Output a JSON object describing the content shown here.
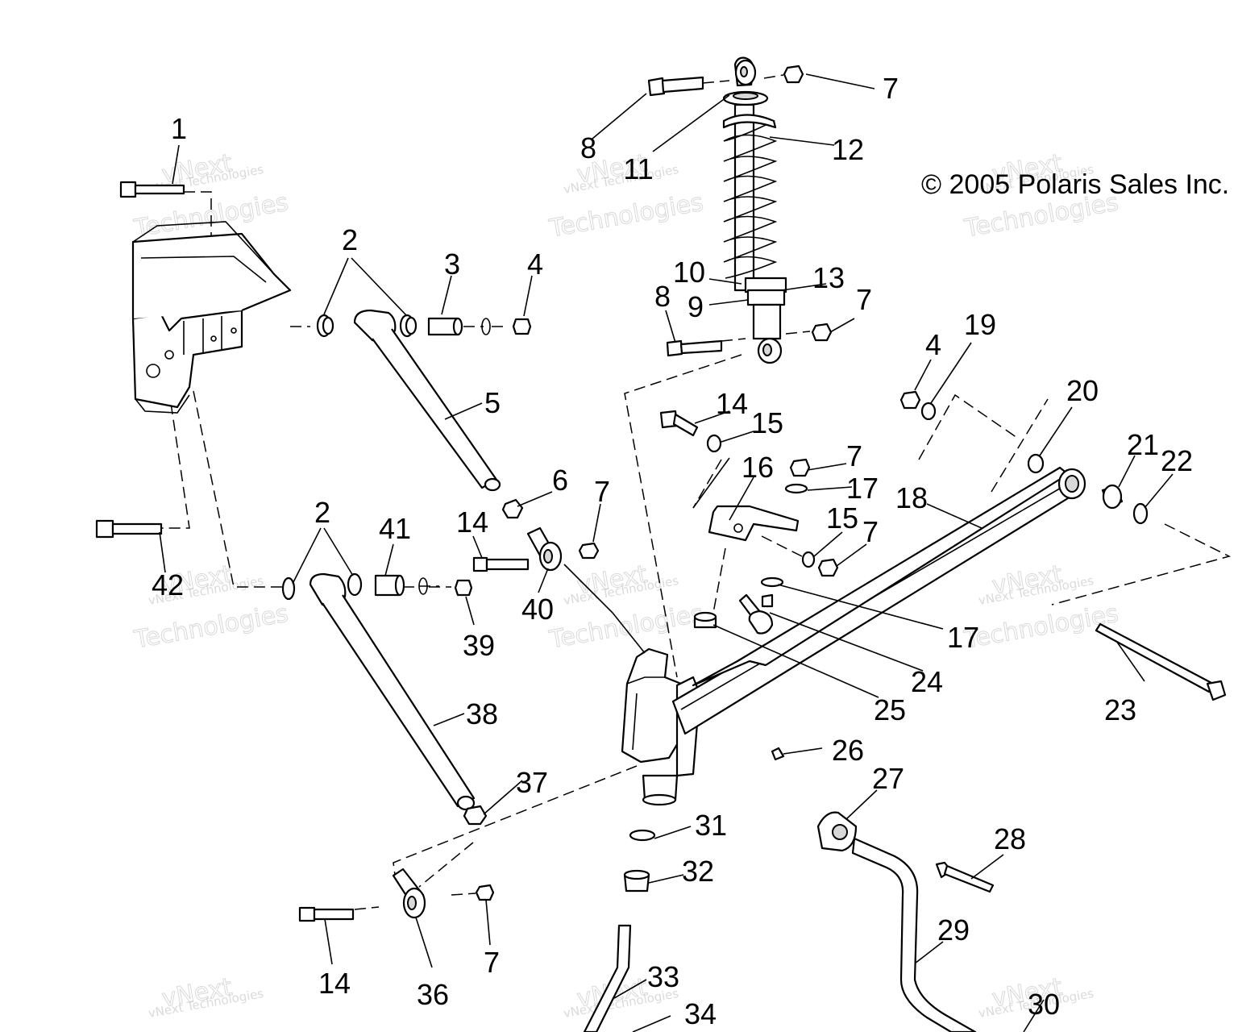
{
  "copyright": "© 2005 Polaris Sales Inc.",
  "watermark": {
    "line1": "vNext",
    "line2": "vNext Technologies",
    "line3": "Technologies"
  },
  "callouts": [
    {
      "id": "c1",
      "text": "1"
    },
    {
      "id": "c2a",
      "text": "2"
    },
    {
      "id": "c2b",
      "text": "2"
    },
    {
      "id": "c3",
      "text": "3"
    },
    {
      "id": "c4a",
      "text": "4"
    },
    {
      "id": "c4b",
      "text": "4"
    },
    {
      "id": "c5",
      "text": "5"
    },
    {
      "id": "c6",
      "text": "6"
    },
    {
      "id": "c7a",
      "text": "7"
    },
    {
      "id": "c7b",
      "text": "7"
    },
    {
      "id": "c7c",
      "text": "7"
    },
    {
      "id": "c7d",
      "text": "7"
    },
    {
      "id": "c7e",
      "text": "7"
    },
    {
      "id": "c7f",
      "text": "7"
    },
    {
      "id": "c8a",
      "text": "8"
    },
    {
      "id": "c8b",
      "text": "8"
    },
    {
      "id": "c9",
      "text": "9"
    },
    {
      "id": "c10",
      "text": "10"
    },
    {
      "id": "c11",
      "text": "11"
    },
    {
      "id": "c12",
      "text": "12"
    },
    {
      "id": "c13",
      "text": "13"
    },
    {
      "id": "c14a",
      "text": "14"
    },
    {
      "id": "c14b",
      "text": "14"
    },
    {
      "id": "c14c",
      "text": "14"
    },
    {
      "id": "c15a",
      "text": "15"
    },
    {
      "id": "c15b",
      "text": "15"
    },
    {
      "id": "c16",
      "text": "16"
    },
    {
      "id": "c17a",
      "text": "17"
    },
    {
      "id": "c17b",
      "text": "17"
    },
    {
      "id": "c18",
      "text": "18"
    },
    {
      "id": "c19",
      "text": "19"
    },
    {
      "id": "c20",
      "text": "20"
    },
    {
      "id": "c21",
      "text": "21"
    },
    {
      "id": "c22",
      "text": "22"
    },
    {
      "id": "c23",
      "text": "23"
    },
    {
      "id": "c24",
      "text": "24"
    },
    {
      "id": "c25",
      "text": "25"
    },
    {
      "id": "c26",
      "text": "26"
    },
    {
      "id": "c27",
      "text": "27"
    },
    {
      "id": "c28",
      "text": "28"
    },
    {
      "id": "c29",
      "text": "29"
    },
    {
      "id": "c30",
      "text": "30"
    },
    {
      "id": "c31",
      "text": "31"
    },
    {
      "id": "c32",
      "text": "32"
    },
    {
      "id": "c33",
      "text": "33"
    },
    {
      "id": "c34",
      "text": "34"
    },
    {
      "id": "c36",
      "text": "36"
    },
    {
      "id": "c37",
      "text": "37"
    },
    {
      "id": "c38",
      "text": "38"
    },
    {
      "id": "c39",
      "text": "39"
    },
    {
      "id": "c40",
      "text": "40"
    },
    {
      "id": "c41",
      "text": "41"
    },
    {
      "id": "c42",
      "text": "42"
    }
  ]
}
